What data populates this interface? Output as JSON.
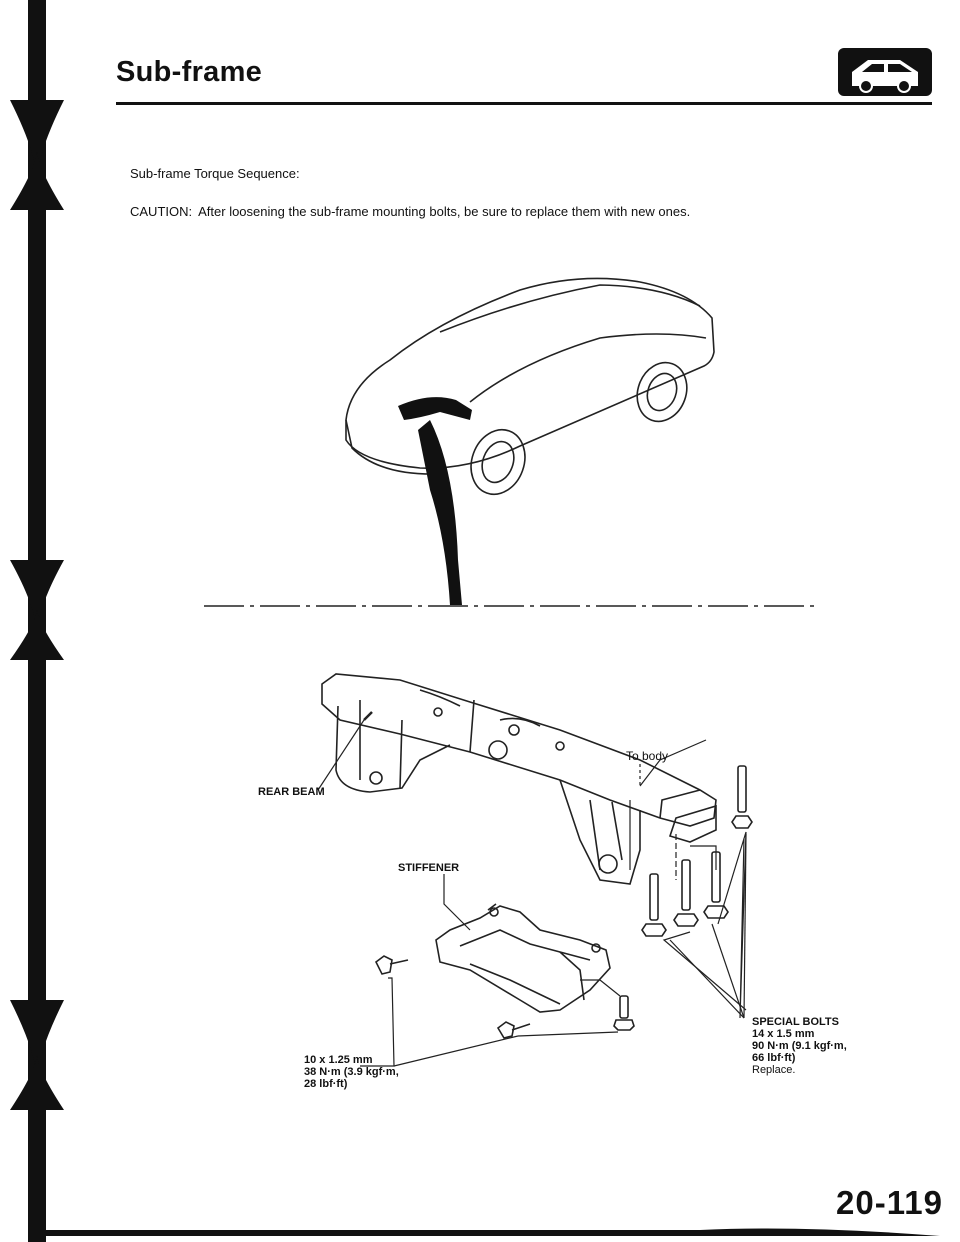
{
  "header": {
    "title": "Sub-frame",
    "vehicle_icon": "hatchback-car-icon"
  },
  "intro": {
    "torque_heading": "Sub-frame Torque Sequence:",
    "caution_label": "CAUTION:",
    "caution_text": "After loosening the sub-frame mounting bolts, be sure to replace them with new ones."
  },
  "diagram": {
    "to_body": "To body",
    "rear_beam": "REAR BEAM",
    "stiffener": "STIFFENER",
    "special_bolts": {
      "name": "SPECIAL BOLTS",
      "size": "14 x 1.5 mm",
      "torque": "90 N·m (9.1 kgf·m,",
      "torque_ft": "66 lbf·ft)",
      "note": "Replace."
    },
    "small_bolts": {
      "size": "10 x 1.25 mm",
      "torque": "38 N·m (3.9 kgf·m,",
      "torque_ft": "28 lbf·ft)"
    }
  },
  "footer": {
    "page_number": "20-119"
  }
}
